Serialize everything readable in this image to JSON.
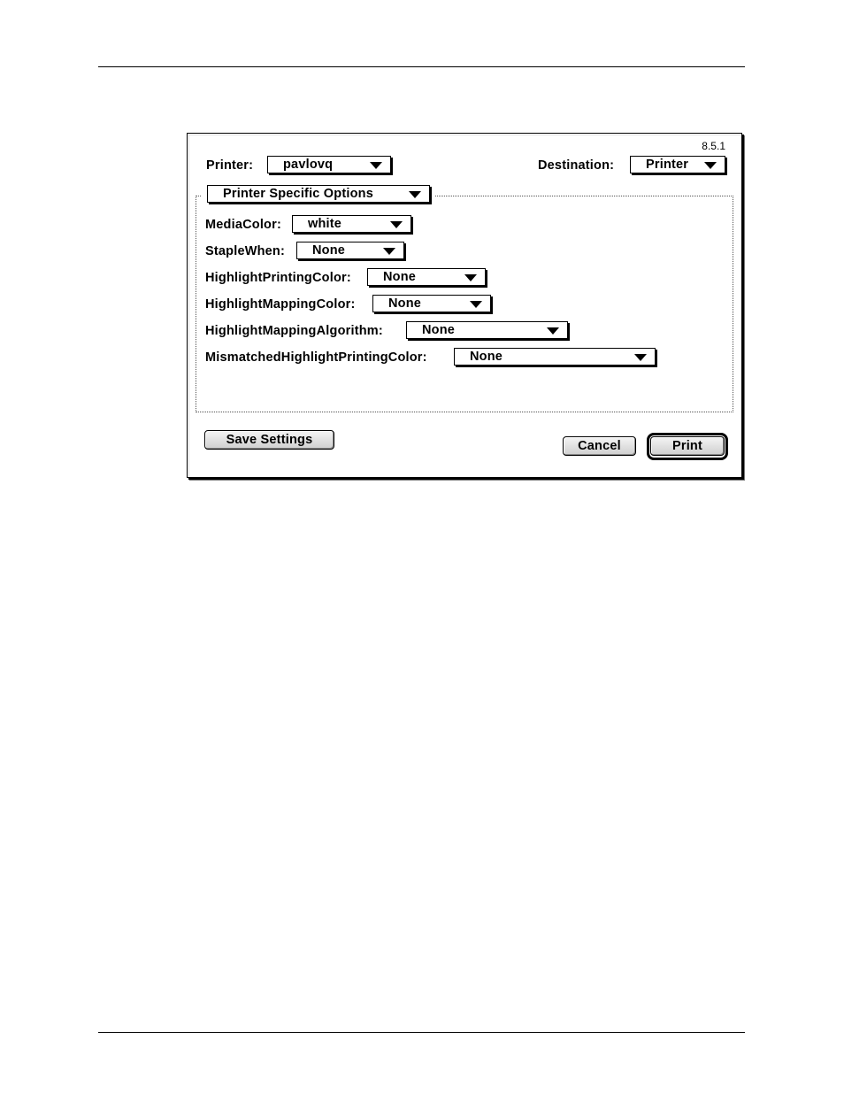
{
  "dialog": {
    "version": "8.5.1",
    "printer_label": "Printer:",
    "printer_value": "pavlovq",
    "destination_label": "Destination:",
    "destination_value": "Printer",
    "options_menu_value": "Printer Specific Options",
    "options": [
      {
        "label": "MediaColor:",
        "value": "white"
      },
      {
        "label": "StapleWhen:",
        "value": "None"
      },
      {
        "label": "HighlightPrintingColor:",
        "value": "None"
      },
      {
        "label": "HighlightMappingColor:",
        "value": "None"
      },
      {
        "label": "HighlightMappingAlgorithm:",
        "value": "None"
      },
      {
        "label": "MismatchedHighlightPrintingColor:",
        "value": "None"
      }
    ],
    "save_settings_label": "Save Settings",
    "cancel_label": "Cancel",
    "print_label": "Print"
  }
}
